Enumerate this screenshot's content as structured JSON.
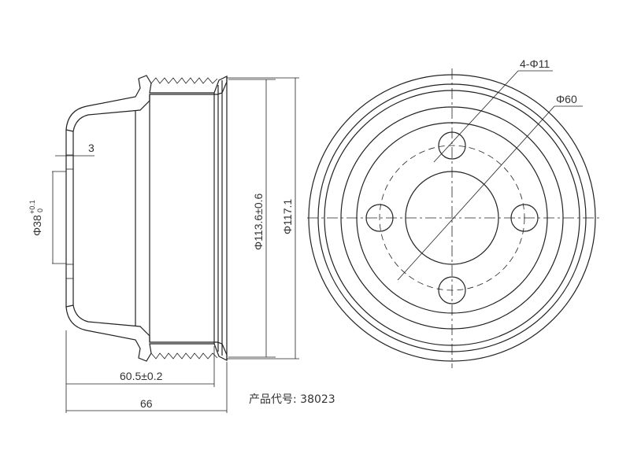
{
  "side_view": {
    "dim_thickness": "3",
    "dim_bore": "Φ38",
    "dim_bore_tol_upper": "+0.1",
    "dim_bore_tol_lower": "0",
    "dim_inner_diameter": "Φ113.6±0.6",
    "dim_outer_diameter": "Φ117.1",
    "dim_depth": "60.5±0.2",
    "dim_total_length": "66"
  },
  "front_view": {
    "dim_holes": "4-Φ11",
    "dim_bolt_circle": "Φ60"
  },
  "product_code": {
    "label": "产品代号:",
    "value": "38023"
  }
}
